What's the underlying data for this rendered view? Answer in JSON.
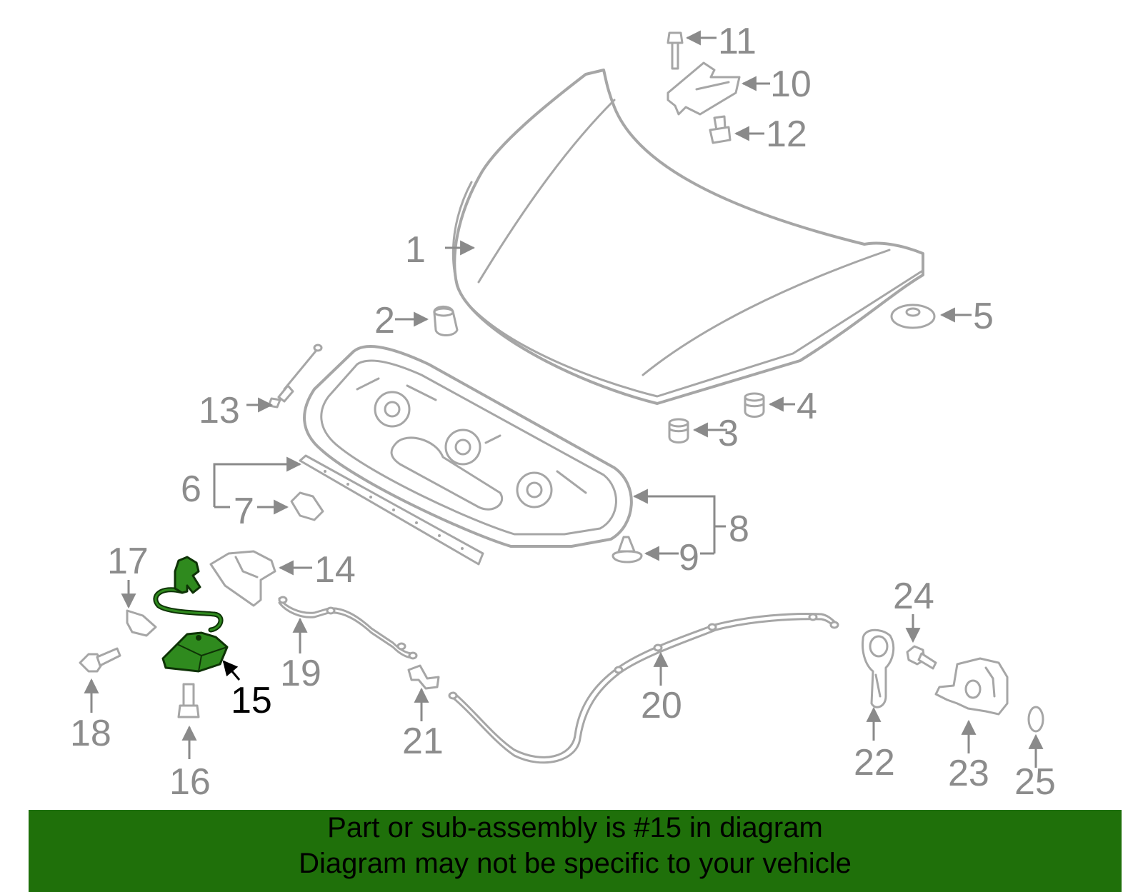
{
  "highlighted_part": "15",
  "callouts": [
    "1",
    "2",
    "3",
    "4",
    "5",
    "6",
    "7",
    "8",
    "9",
    "10",
    "11",
    "12",
    "13",
    "14",
    "15",
    "16",
    "17",
    "18",
    "19",
    "20",
    "21",
    "22",
    "23",
    "24",
    "25"
  ],
  "banner": {
    "line1": "Part or sub-assembly is #15 in diagram",
    "line2": "Diagram may not be specific to your vehicle"
  },
  "colors": {
    "highlight": "#2f8a1e",
    "banner": "#1f700a",
    "parts": "#a6a6a6"
  }
}
